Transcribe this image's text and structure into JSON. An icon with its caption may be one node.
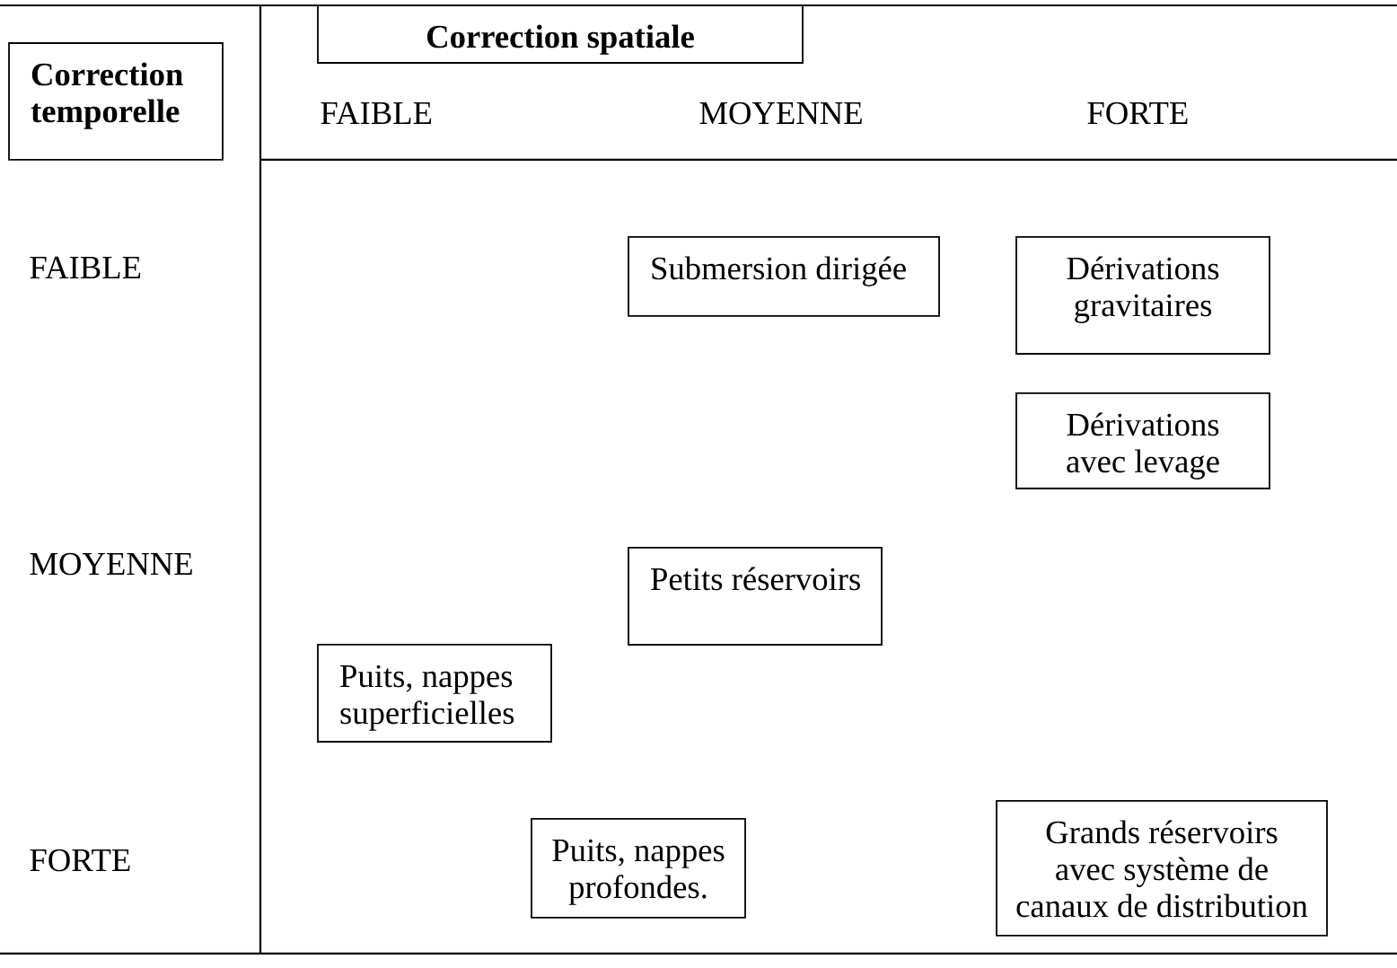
{
  "diagram": {
    "nodes": [
      {
        "text": [
          "Correction spatiale"
        ]
      },
      {
        "text": [
          "Correction temporelle"
        ]
      },
      {
        "text": [
          "Submersion dirigée"
        ]
      },
      {
        "text": [
          "Dérivations gravitaires"
        ]
      },
      {
        "text": [
          "Dérivations avec levage"
        ]
      },
      {
        "text": [
          "Petits réservoirs"
        ]
      },
      {
        "text": [
          "Puits, nappes superficielles"
        ]
      },
      {
        "text": [
          "Puits, nappes profondes."
        ]
      },
      {
        "text": [
          "Grands réservoirs avec système de canaux de distribution"
        ]
      }
    ],
    "labels": [
      "FAIBLE",
      "MOYENNE",
      "FORTE",
      "FAIBLE",
      "MOYENNE",
      "FORTE"
    ]
  }
}
